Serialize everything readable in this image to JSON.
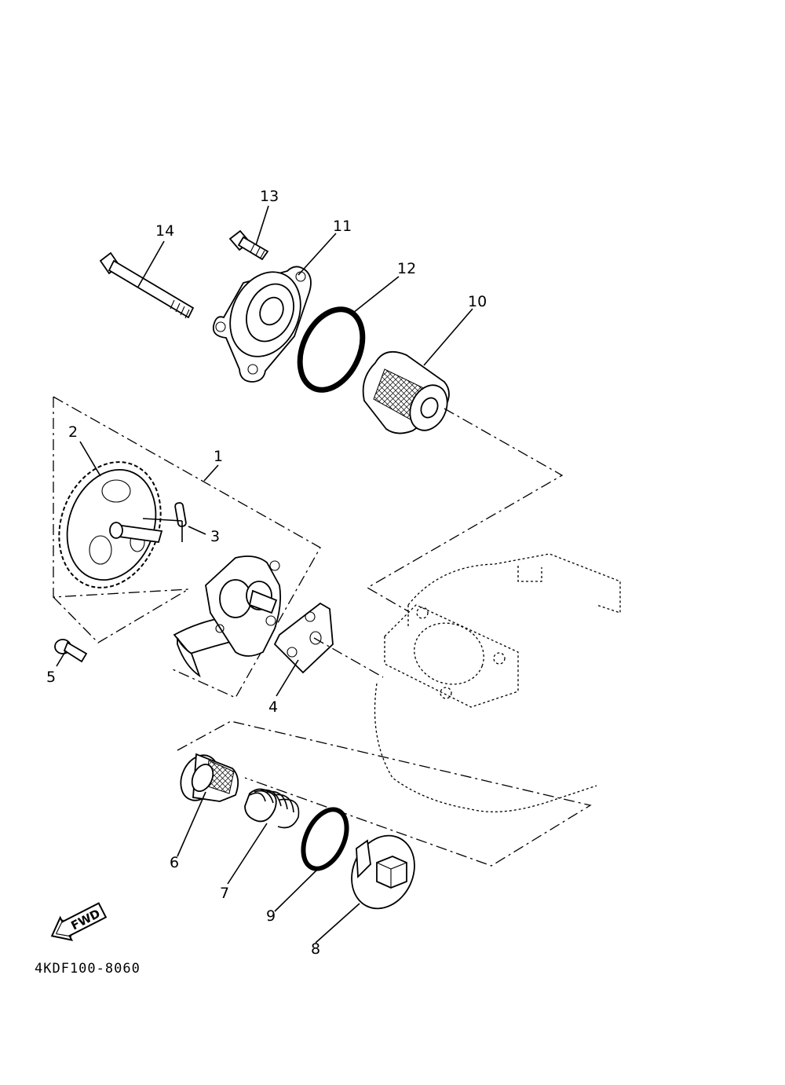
{
  "diagram_code": "4KDF100-8060",
  "fwd_label": "FWD",
  "callouts": {
    "c1": "1",
    "c2": "2",
    "c3": "3",
    "c4": "4",
    "c5": "5",
    "c6": "6",
    "c7": "7",
    "c8": "8",
    "c9": "9",
    "c10": "10",
    "c11": "11",
    "c12": "12",
    "c13": "13",
    "c14": "14"
  }
}
